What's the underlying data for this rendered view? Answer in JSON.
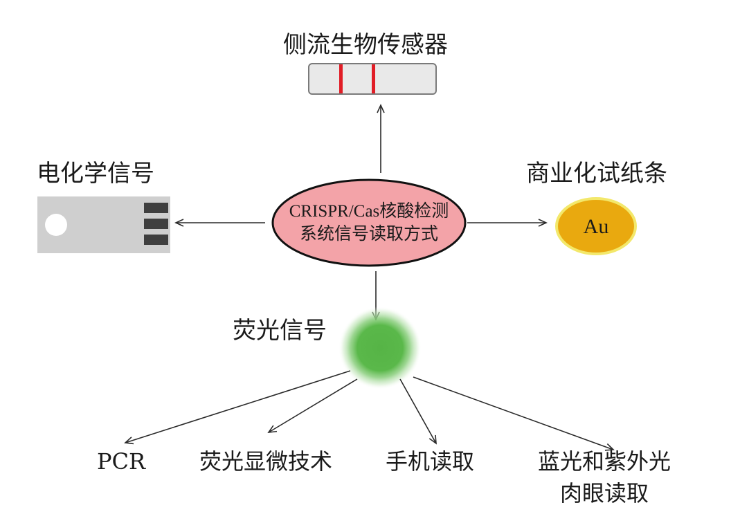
{
  "center": {
    "line1": "CRISPR/Cas核酸检测",
    "line2": "系统信号读取方式"
  },
  "top": {
    "label": "侧流生物传感器"
  },
  "left": {
    "label": "电化学信号"
  },
  "right": {
    "label": "商业化试纸条",
    "badge": "Au"
  },
  "bottom": {
    "label": "荧光信号"
  },
  "fluorescence_methods": [
    {
      "line1": "PCR"
    },
    {
      "line1": "荧光显微技术"
    },
    {
      "line1": "手机读取"
    },
    {
      "line1": "蓝光和紫外光",
      "line2": "肉眼读取"
    }
  ],
  "colors": {
    "ellipse_fill": "#f3a3a8",
    "lateral_line": "#e11d26",
    "strip_fill": "#e9e9e9",
    "electrode_body": "#cfcfcf",
    "electrode_pad": "#3f3f3f",
    "gold_fill": "#e9a90f",
    "gold_ring": "#f3e86b",
    "fluor_green": "#5ab84a"
  }
}
